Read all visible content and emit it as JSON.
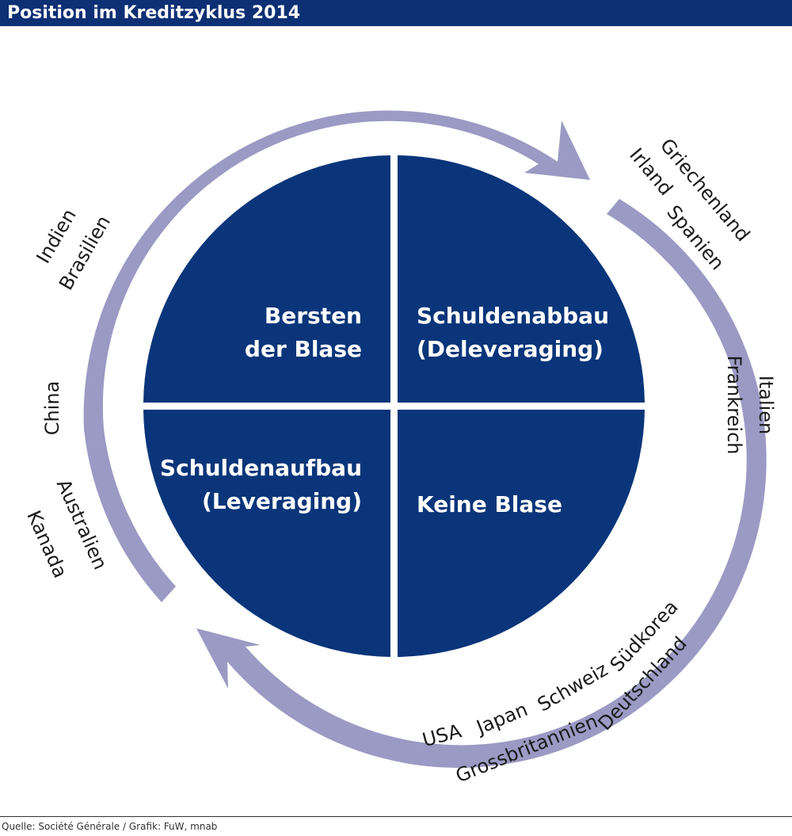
{
  "title": "Position im Kreditzyklus 2014",
  "colors": {
    "header_bg": "#0d2f74",
    "quadrant_fill": "#0a357a",
    "cycle_arrow": "#9a9ac4",
    "text_light": "#ffffff",
    "text_dark": "#1a1a1a"
  },
  "quadrants": {
    "top_left": {
      "line1": "Bersten",
      "line2": "der Blase"
    },
    "top_right": {
      "line1": "Schuldenabbau",
      "line2": "(Deleveraging)"
    },
    "bottom_left": {
      "line1": "Schuldenaufbau",
      "line2": "(Leveraging)"
    },
    "bottom_right": {
      "line1": "Keine Blase"
    }
  },
  "countries": {
    "griechenland": "Griechenland",
    "irland": "Irland",
    "spanien": "Spanien",
    "italien": "Italien",
    "frankreich": "Frankreich",
    "suedkorea": "Südkorea",
    "deutschland": "Deutschland",
    "schweiz": "Schweiz",
    "japan": "Japan",
    "usa": "USA",
    "grossbritannien": "Grossbritannien",
    "australien": "Australien",
    "kanada": "Kanada",
    "china": "China",
    "indien": "Indien",
    "brasilien": "Brasilien"
  },
  "footer": "Quelle: Société Générale / Grafik: FuW, mnab"
}
